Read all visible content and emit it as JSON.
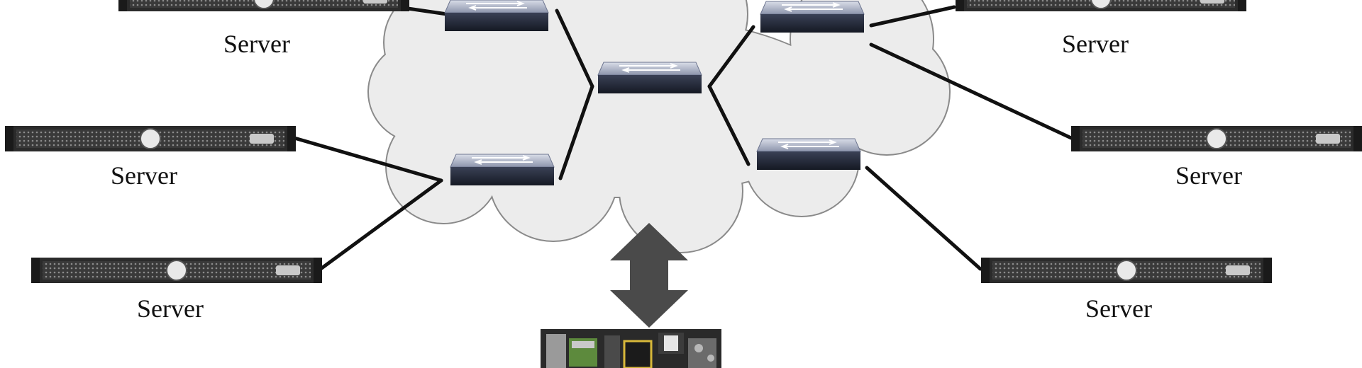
{
  "server_label": "Server",
  "servers": [
    {
      "id": "server-top-left",
      "label": "Server"
    },
    {
      "id": "server-mid-left",
      "label": "Server"
    },
    {
      "id": "server-bottom-left",
      "label": "Server"
    },
    {
      "id": "server-top-right",
      "label": "Server"
    },
    {
      "id": "server-mid-right",
      "label": "Server"
    },
    {
      "id": "server-bottom-right",
      "label": "Server"
    }
  ],
  "switches": [
    "switch-top-left",
    "switch-center",
    "switch-top-right",
    "switch-bottom-left",
    "switch-bottom-right"
  ],
  "icons": {
    "cloud": "network-cloud-icon",
    "switch": "network-switch-icon",
    "server": "rack-server-icon",
    "arrow": "bidirectional-arrow-icon",
    "board": "fpga-board-icon"
  },
  "colors": {
    "cloud_fill": "#ececec",
    "cloud_stroke": "#8a8a8a",
    "link": "#111111",
    "arrow": "#4a4a4a",
    "server_body": "#2b2b2b",
    "switch_top": "#9aa2b8",
    "switch_front": "#1f2433",
    "board": "#2a2a2a"
  }
}
